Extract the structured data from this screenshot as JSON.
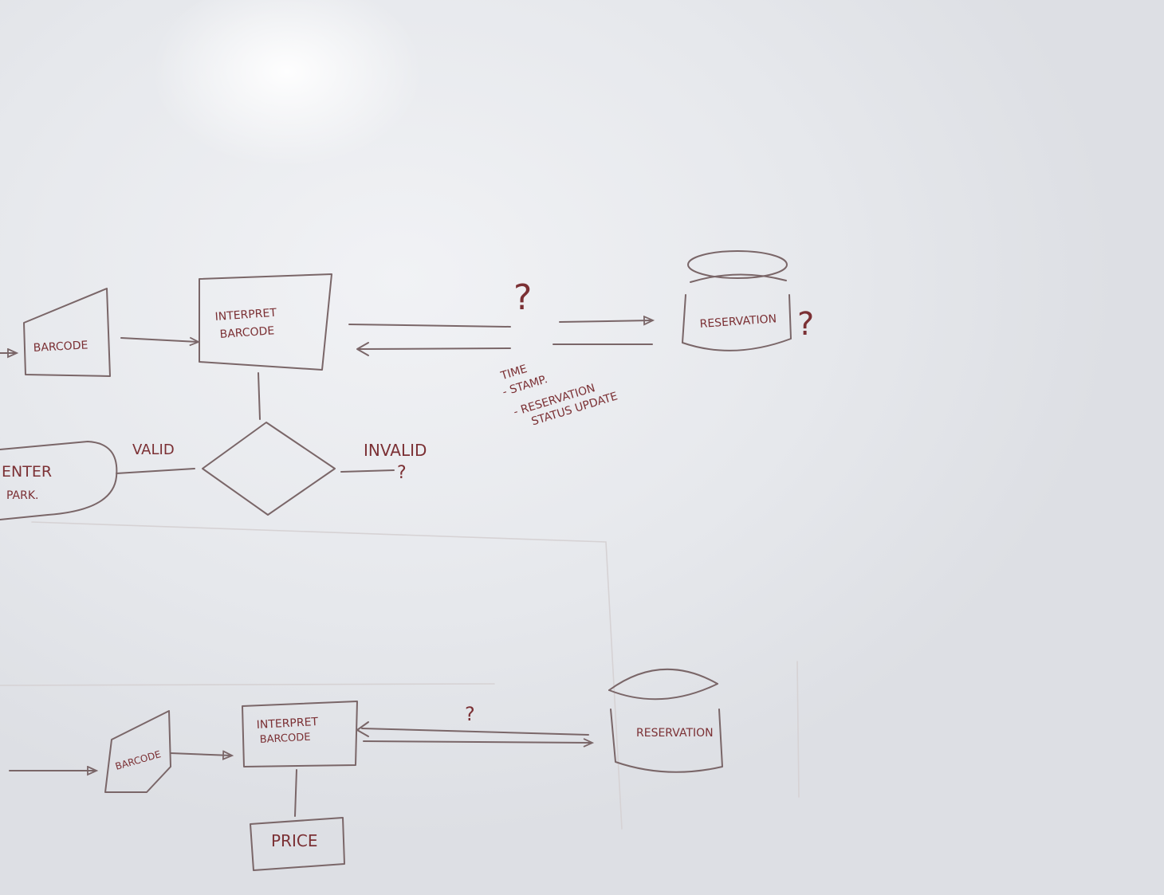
{
  "top_flow": {
    "barcode_label": "BARCODE",
    "interpret_label_line1": "INTERPRET",
    "interpret_label_line2": "BARCODE",
    "question_mark": "?",
    "reservation_label": "RESERVATION",
    "db_question_mark": "?",
    "note_lines": [
      "TIME",
      "- STAMP.",
      "- RESERVATION",
      "STATUS UPDATE"
    ],
    "valid_label": "VALID",
    "invalid_label": "INVALID",
    "invalid_question": "?",
    "enter_label_line1": "ENTER",
    "enter_label_line2": "PARK."
  },
  "bottom_flow": {
    "barcode_label": "BARCODE",
    "interpret_label_line1": "INTERPRET",
    "interpret_label_line2": "BARCODE",
    "question_mark": "?",
    "reservation_label": "RESERVATION",
    "price_label": "PRICE"
  }
}
